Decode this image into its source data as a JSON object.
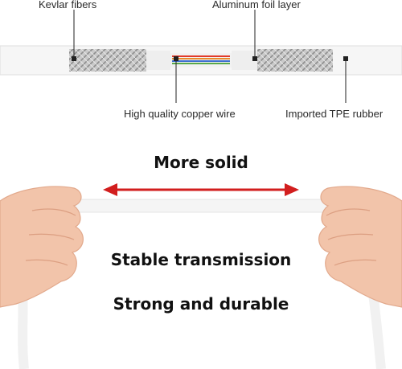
{
  "callouts": {
    "kevlar": "Kevlar fibers",
    "foil": "Aluminum foil layer",
    "copper": "High quality copper wire",
    "tpe": "Imported TPE rubber"
  },
  "headings": {
    "solid": "More solid",
    "transmission": "Stable transmission",
    "durable": "Strong and durable"
  },
  "colors": {
    "arrow": "#d21e1e",
    "cable": "#f4f4f4",
    "braid": "#b8b8b8",
    "skin": "#f3c6ad"
  }
}
